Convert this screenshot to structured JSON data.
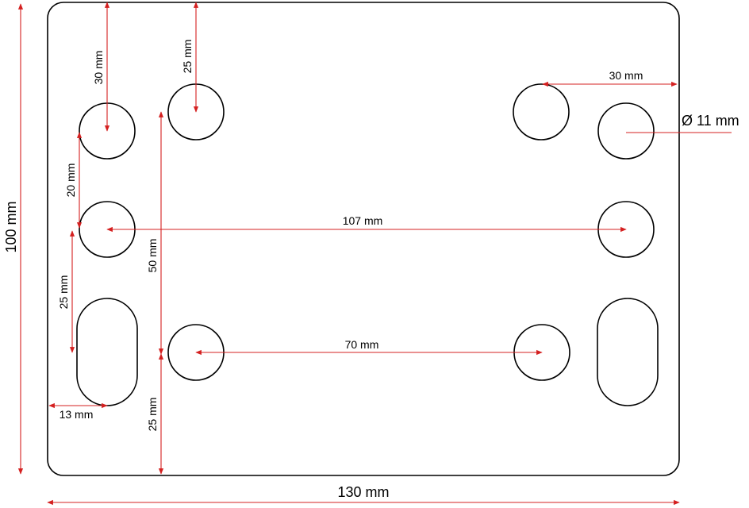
{
  "dimensions": {
    "overall_width": "130 mm",
    "overall_height": "100 mm",
    "left_top_to_hole": "30 mm",
    "top_to_upper_hole": "25 mm",
    "right_edge_to_hole": "30 mm",
    "hole_diameter": "Ø 11 mm",
    "hole_spacing_vertical": "20 mm",
    "center_spacing_wide": "107 mm",
    "slot_top_spacing": "25 mm",
    "center_spacing_vertical": "50 mm",
    "center_spacing_narrow": "70 mm",
    "edge_to_slot": "13 mm",
    "bottom_to_lower_hole": "25 mm"
  },
  "colors": {
    "dimension_line": "#d42020",
    "outline": "#000000"
  }
}
